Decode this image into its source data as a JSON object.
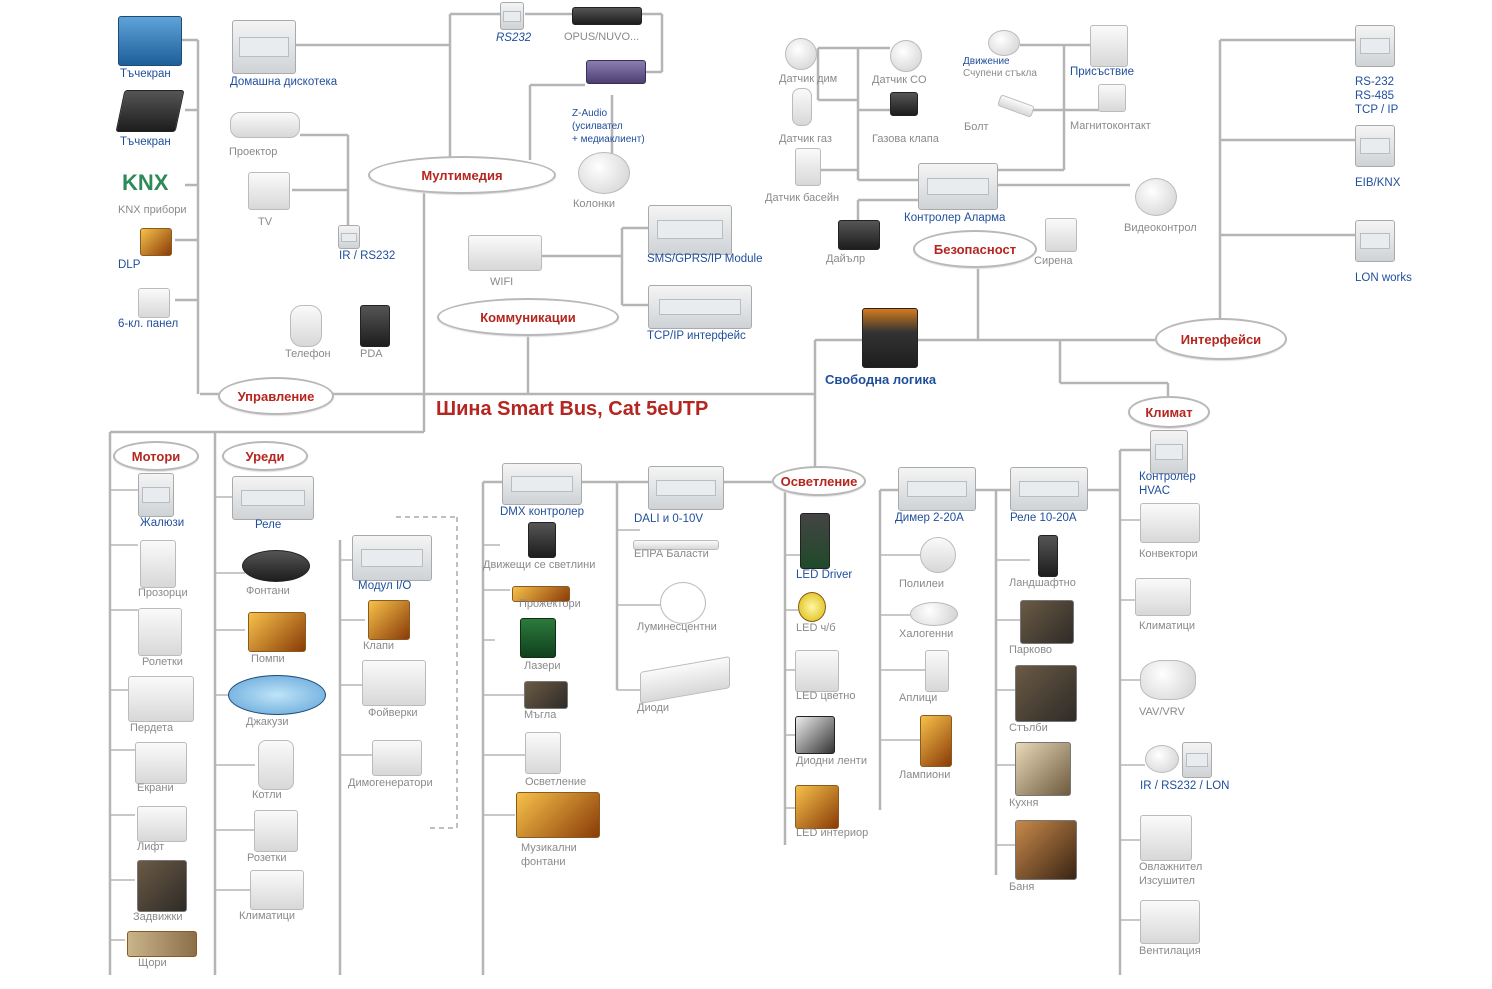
{
  "title": "Шина Smart Bus, Cat 5eUTP",
  "hubs": {
    "multimedia": "Мултимедия",
    "communications": "Коммуникации",
    "control": "Управление",
    "security": "Безопасност",
    "interfaces": "Интерфейси",
    "climate": "Климат",
    "motors": "Мотори",
    "appliances": "Уреди",
    "lighting": "Осветление"
  },
  "left_column": {
    "touch1": "Тъчекран",
    "touch2": "Тъчекран",
    "knx_logo": "KNX",
    "knx": "KNX прибори",
    "dlp": "DLP",
    "panel6": "6-кл. панел"
  },
  "multimedia_items": {
    "disco": "Домашна дискотека",
    "projector": "Проектор",
    "tv": "TV",
    "ir": "IR / RS232",
    "rs232": "RS232",
    "opus": "OPUS/NUVO...",
    "zaudio": "Z-Audio",
    "zaudio2": "(усилвател",
    "zaudio3": "+ медиаклиент)",
    "speakers": "Колонки"
  },
  "control_items": {
    "phone": "Телефон",
    "pda": "PDA"
  },
  "comm_items": {
    "wifi": "WIFI",
    "sms": "SMS/GPRS/IP Module",
    "tcp": "TCP/IP интерфейс"
  },
  "security_items": {
    "smoke": "Датчик дим",
    "co": "Датчик CO",
    "motion": "Движение",
    "glass": "Счупени стъкла",
    "presence": "Присъствие",
    "gas": "Датчик газ",
    "gas_valve": "Газова клапа",
    "bolt": "Болт",
    "magnet": "Магнитоконтакт",
    "pool": "Датчик басейн",
    "alarm": "Контролер Аларма",
    "video": "Видеоконтрол",
    "dialer": "Дайълр",
    "siren": "Сирена"
  },
  "logic": "Свободна логика",
  "interface_items": {
    "rs": "RS-232",
    "rs2": "RS-485",
    "rs3": "TCP / IP",
    "eib": "EIB/KNX",
    "lon": "LON  works"
  },
  "motors_items": {
    "blinds": "Жалюзи",
    "windows": "Прозорци",
    "rollers": "Ролетки",
    "curtains": "Пердета",
    "screens": "Екрани",
    "lift": "Лифт",
    "drives": "Задвижки",
    "shutters": "Щори"
  },
  "appliances_items": {
    "relay": "Реле",
    "fountains": "Фонтани",
    "pumps": "Помпи",
    "jacuzzi": "Джакузи",
    "boilers": "Котли",
    "sockets": "Розетки",
    "aircon": "Климатици",
    "io": "Модул I/O",
    "valves": "Клапи",
    "fireworks": "Фойверки",
    "smoke_gen": "Димогенератори"
  },
  "dmx_items": {
    "dmx": "DMX контролер",
    "moving": "Движещи се светлини",
    "spots": "Прожектори",
    "lasers": "Лазери",
    "fog": "Мъгла",
    "lighting": "Осветление",
    "musical": "Музикални",
    "musical2": "фонтани"
  },
  "dali_items": {
    "dali": "DALI и 0-10V",
    "ballast": "ЕПРА Баласти",
    "fluor": "Луминесцентни",
    "diodes": "Диоди"
  },
  "led_items": {
    "driver": "LED Driver",
    "bw": "LED ч/б",
    "color": "LED  цветно",
    "strips": "Диодни ленти",
    "interior": "LED интериор"
  },
  "dimmer_items": {
    "dimmer": "Димер 2-20А",
    "chandeliers": "Полилеи",
    "halogen": "Халогенни",
    "sconces": "Аплици",
    "lamps": "Лампиони"
  },
  "relay_items": {
    "relay": "Реле 10-20А",
    "landscape": "Ландшафтно",
    "parking": "Парково",
    "stairs": "Стълби",
    "kitchen": "Кухня",
    "bath": "Баня"
  },
  "climate_items": {
    "hvac": "Контролер",
    "hvac2": "HVAC",
    "convectors": "Конвектори",
    "aircon": "Климатици",
    "vav": "VAV/VRV",
    "ir": "IR  / RS232 /  LON",
    "humid": "Овлажнител",
    "humid2": "Изсушител",
    "vent": "Вентилация"
  }
}
